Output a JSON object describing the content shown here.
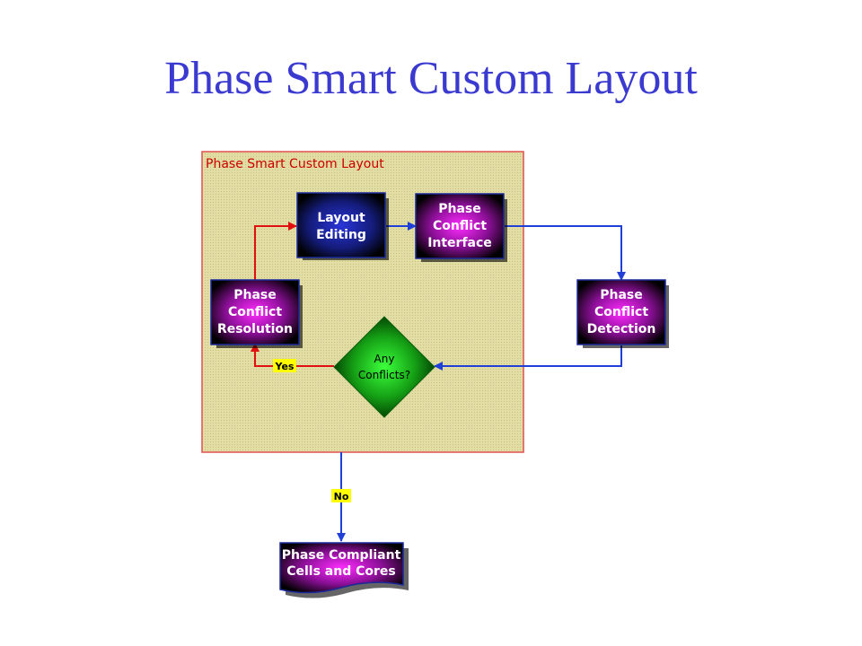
{
  "slide": {
    "title": "Phase Smart Custom Layout"
  },
  "panel": {
    "title": "Phase Smart Custom Layout"
  },
  "nodes": {
    "layout_editing": [
      "Layout",
      "Editing"
    ],
    "conflict_interface": [
      "Phase",
      "Conflict",
      "Interface"
    ],
    "conflict_detection": [
      "Phase",
      "Conflict",
      "Detection"
    ],
    "conflict_resolution": [
      "Phase",
      "Conflict",
      "Resolution"
    ],
    "decision": [
      "Any",
      "Conflicts?"
    ],
    "output": [
      "Phase Compliant",
      "Cells and Cores"
    ]
  },
  "edge_labels": {
    "yes": "Yes",
    "no": "No"
  },
  "colors": {
    "title": "#3a3ad0",
    "panel_fill": "#dcd79a",
    "panel_border": "#e05050",
    "panel_title": "#cc0000",
    "blue_line": "#1f3fd6",
    "red_line": "#e01010",
    "tag_fill": "#ffff00",
    "box_border": "#1b2a9a"
  }
}
